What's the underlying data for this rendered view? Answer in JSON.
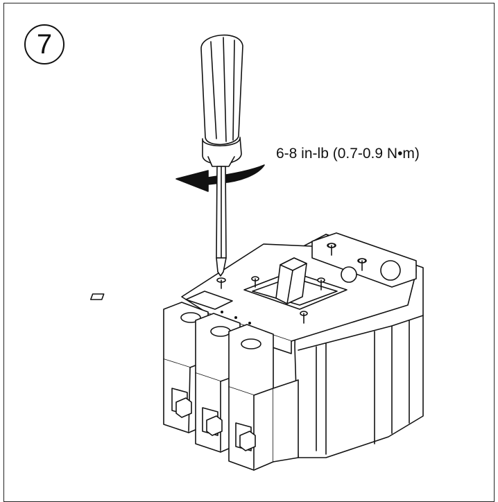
{
  "step": {
    "number": "7"
  },
  "instruction": {
    "torque_spec": "6-8 in-lb (0.7-0.9 N•m)"
  },
  "icons": {
    "screwdriver": "screwdriver-icon",
    "rotation_arrow": "rotate-arrow-icon",
    "breaker": "circuit-breaker-illustration"
  },
  "colors": {
    "line": "#111111",
    "background": "#ffffff"
  }
}
